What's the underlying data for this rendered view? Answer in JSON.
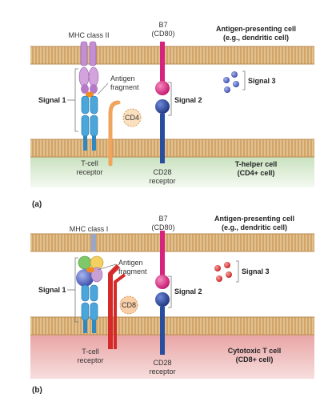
{
  "panel_a": {
    "label": "(a)",
    "apc_title": "Antigen-presenting cell",
    "apc_subtitle": "(e.g., dendritic cell)",
    "mhc": "MHC class II",
    "b7": "B7",
    "cd80": "(CD80)",
    "antigen_line1": "Antigen",
    "antigen_line2": "fragment",
    "cd4": "CD4",
    "signal1": "Signal 1",
    "signal2": "Signal 2",
    "signal3": "Signal 3",
    "tcr_line1": "T-cell",
    "tcr_line2": "receptor",
    "cd28_line1": "CD28",
    "cd28_line2": "receptor",
    "cell_line1": "T-helper cell",
    "cell_line2": "(CD4+ cell)"
  },
  "panel_b": {
    "label": "(b)",
    "apc_title": "Antigen-presenting cell",
    "apc_subtitle": "(e.g., dendritic cell)",
    "mhc": "MHC class I",
    "b7": "B7",
    "cd80": "(CD80)",
    "antigen_line1": "Antigen",
    "antigen_line2": "fragment",
    "cd8": "CD8",
    "signal1": "Signal 1",
    "signal2": "Signal 2",
    "signal3": "Signal 3",
    "tcr_line1": "T-cell",
    "tcr_line2": "receptor",
    "cd28_line1": "CD28",
    "cd28_line2": "receptor",
    "cell_line1": "Cytotoxic T cell",
    "cell_line2": "(CD8+ cell)"
  },
  "colors": {
    "membrane": "#d8b27a",
    "membrane_stripe": "#c9955a",
    "helper_cytoplasm": "#dcebd5",
    "cytotoxic_cytoplasm": "#e8b3b3",
    "mhc2": "#c9a0d6",
    "tcr": "#3f9ad0",
    "cd4": "#f4b06a",
    "cd8": "#d42a2a",
    "b7": "#d6237e",
    "cd28": "#2a4e9e",
    "signal3_a": "#5a6fc4",
    "signal3_b": "#d94040"
  }
}
